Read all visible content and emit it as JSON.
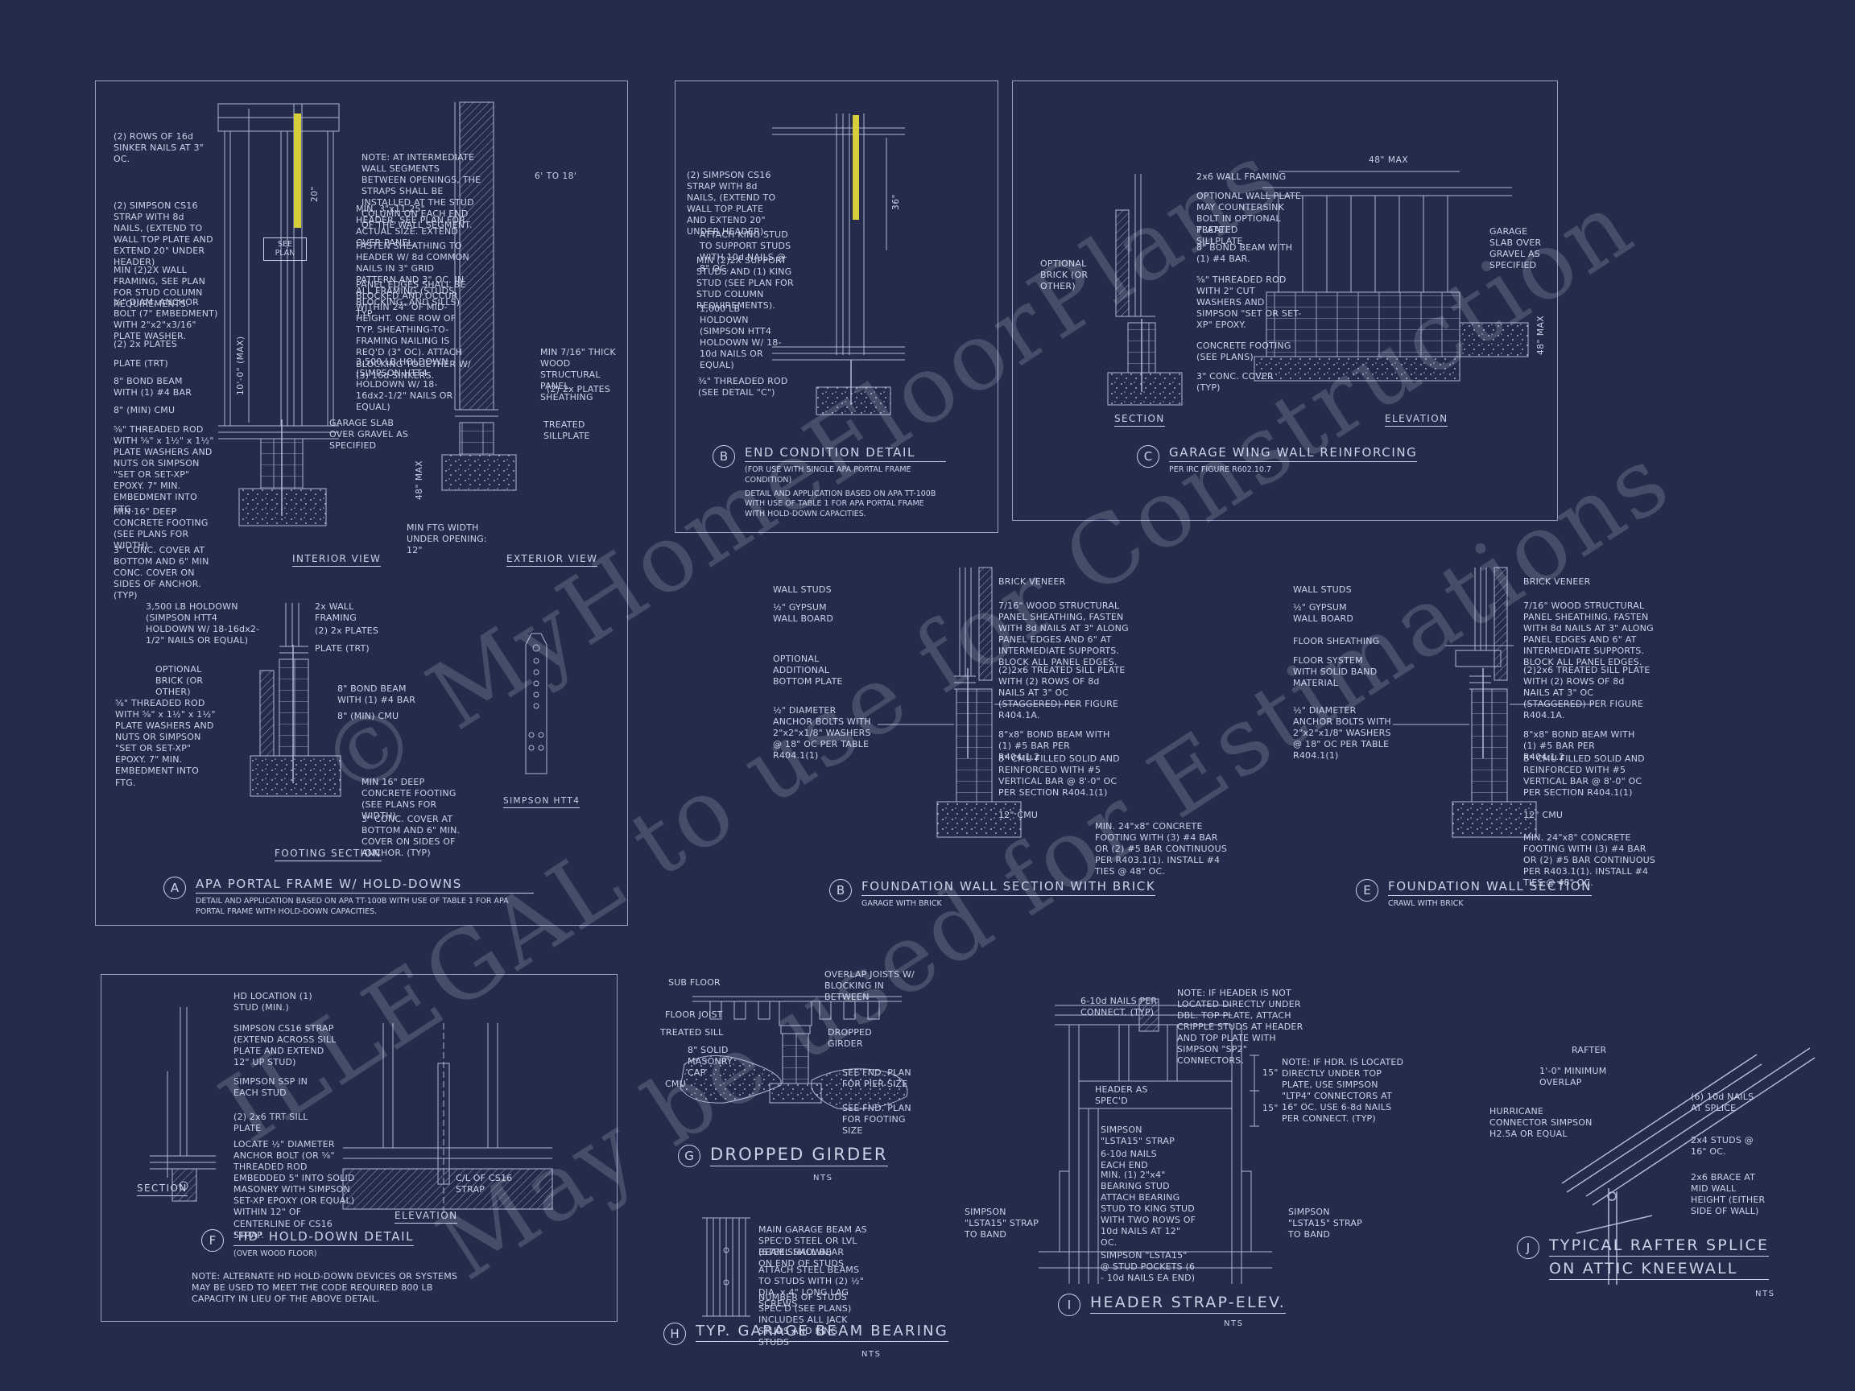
{
  "watermark": {
    "line1": "© MyHomeFloorPlans",
    "line2": "ILLEGAL to use for Construction",
    "line3": "May be used for Estimations"
  },
  "a": {
    "letter": "A",
    "title": "APA PORTAL FRAME W/ HOLD-DOWNS",
    "sub": "DETAIL AND APPLICATION BASED ON APA TT-100B WITH USE OF TABLE 1 FOR APA PORTAL FRAME WITH HOLD-DOWN CAPACITIES.",
    "interior_view": "INTERIOR VIEW",
    "exterior_view": "EXTERIOR VIEW",
    "footing_section": "FOOTING SECTION",
    "simpson_htt4": "SIMPSON HTT4",
    "see_plan": "SEE PLAN",
    "dim_20": "20\"",
    "dim_height": "10'-0\" (MAX)",
    "dim_48": "48\" MAX",
    "dim_span": "6' TO 18'",
    "ftg_width": "MIN FTG WIDTH UNDER OPENING: 12\"",
    "left": [
      "(2) ROWS OF 16d SINKER NAILS AT 3\" OC.",
      "(2) SIMPSON CS16 STRAP WITH 8d NAILS, (EXTEND TO WALL TOP PLATE AND EXTEND 20\" UNDER HEADER)",
      "MIN (2)2X WALL FRAMING, SEE PLAN FOR STUD COLUMN REQUIREMENTS.",
      "⅝\" DIAM. ANCHOR BOLT (7\" EMBEDMENT) WITH 2\"x2\"x3/16\" PLATE WASHER.",
      "(2) 2x PLATES",
      "PLATE (TRT)",
      "8\" BOND BEAM WITH (1) #4 BAR",
      "8\" (MIN) CMU",
      "⅝\" THREADED ROD WITH ⅝\" x 1½\" x 1½\" PLATE WASHERS AND NUTS OR SIMPSON \"SET OR SET-XP\" EPOXY. 7\" MIN. EMBEDMENT INTO FTG.",
      "MIN 16\" DEEP CONCRETE FOOTING (SEE PLANS FOR WIDTH)",
      "3\" CONC. COVER AT BOTTOM AND 6\" MIN CONC. COVER ON SIDES OF ANCHOR. (TYP)"
    ],
    "mid": [
      "NOTE: AT INTERMEDIATE WALL SEGMENTS BETWEEN OPENINGS, THE STRAPS SHALL BE INSTALLED AT THE STUD COLUMN ON EACH END OF THE WALL SEGMENT.",
      "MIN. 3\"x11.25\" HEADER, SEE PLAN FOR ACTUAL SIZE. EXTEND OVER PANEL.",
      "FASTEN SHEATHING TO HEADER W/ 8d COMMON NAILS IN 3\" GRID PATTERN AND 3\" OC. IN ALL FRAMING (STUDS, BLOCKING, AND SILLS) TYP.",
      "PANEL EDGES SHALL BE BLOCKED AND OCCUR WITHIN 24\" OF MID-HEIGHT. ONE ROW OF TYP. SHEATHING-TO-FRAMING NAILING IS REQ'D (3\" OC). ATTACH BLOCKING TOGETHER W/ (3) 16d SINKERS.",
      "3,500 LB HOLDOWN (SIMPSON HTT4 HOLDOWN W/ 18-16dx2-1/2\" NAILS OR EQUAL)",
      "GARAGE SLAB OVER GRAVEL AS SPECIFIED"
    ],
    "right": [
      "MIN 7/16\" THICK WOOD STRUCTURAL PANEL SHEATHING",
      "(2) 2x PLATES",
      "TREATED SILLPLATE"
    ],
    "foot": [
      "3,500 LB HOLDOWN (SIMPSON HTT4 HOLDOWN W/ 18-16dx2-1/2\" NAILS OR EQUAL)",
      "2x WALL FRAMING",
      "(2) 2x PLATES",
      "PLATE (TRT)",
      "OPTIONAL BRICK (OR OTHER)",
      "8\" BOND BEAM WITH (1) #4 BAR",
      "8\" (MIN) CMU",
      "⅝\" THREADED ROD WITH ⅝\" x 1½\" x 1½\" PLATE WASHERS AND NUTS OR SIMPSON \"SET OR SET-XP\" EPOXY. 7\" MIN. EMBEDMENT INTO FTG.",
      "MIN 16\" DEEP CONCRETE FOOTING (SEE PLANS FOR WIDTH)",
      "3\" CONC. COVER AT BOTTOM AND 6\" MIN. COVER ON SIDES OF ANCHOR. (TYP)"
    ]
  },
  "b": {
    "letter": "B",
    "title": "END CONDITION DETAIL",
    "sub1": "(FOR USE WITH SINGLE APA PORTAL FRAME CONDITION)",
    "sub2": "DETAIL AND APPLICATION BASED ON APA TT-100B WITH USE OF TABLE 1 FOR APA PORTAL FRAME WITH HOLD-DOWN CAPACITIES.",
    "dim_36": "36\"",
    "c": [
      "(2) SIMPSON CS16 STRAP WITH 8d NAILS, (EXTEND TO WALL TOP PLATE AND EXTEND 20\" UNDER HEADER)",
      "ATTACH KING STUD TO SUPPORT STUDS WITH 10d NAILS @ 8\" OC.",
      "MIN (2)2X SUPPORT STUDS AND (1) KING STUD (SEE PLAN FOR STUD COLUMN REQUIREMENTS).",
      "1,000 LB HOLDOWN (SIMPSON HTT4 HOLDOWN W/ 18-10d NAILS OR EQUAL)",
      "⅜\" THREADED ROD (SEE DETAIL \"C\")"
    ]
  },
  "c": {
    "letter": "C",
    "title": "GARAGE WING WALL REINFORCING",
    "sub": "PER IRC FIGURE R602.10.7",
    "section": "SECTION",
    "elevation": "ELEVATION",
    "dim_top": "48\" MAX",
    "dim_right": "48\" MAX",
    "c": [
      "2x6 WALL FRAMING",
      "OPTIONAL WALL PLATE. MAY COUNTERSINK BOLT IN OPTIONAL PLATE.",
      "TREATED SILLPLATE",
      "8\" BOND BEAM WITH (1) #4 BAR.",
      "⅝\" THREADED ROD WITH 2\" CUT WASHERS AND SIMPSON \"SET OR SET-XP\" EPOXY.",
      "CONCRETE FOOTING (SEE PLANS)",
      "3\" CONC. COVER (TYP)",
      "OPTIONAL BRICK (OR OTHER)",
      "GARAGE SLAB OVER GRAVEL AS SPECIFIED"
    ]
  },
  "fwb": {
    "letter": "B",
    "title": "FOUNDATION WALL SECTION WITH BRICK",
    "sub": "GARAGE WITH BRICK",
    "c": [
      "WALL STUDS",
      "½\" GYPSUM WALL BOARD",
      "BRICK VENEER",
      "7/16\" WOOD STRUCTURAL PANEL SHEATHING, FASTEN WITH 8d NAILS AT 3\" ALONG PANEL EDGES AND 6\" AT INTERMEDIATE SUPPORTS. BLOCK ALL PANEL EDGES.",
      "OPTIONAL ADDITIONAL BOTTOM PLATE",
      "(2)2x6 TREATED SILL PLATE WITH (2) ROWS OF 8d NAILS AT 3\" OC (STAGGERED) PER FIGURE R404.1A.",
      "½\" DIAMETER ANCHOR BOLTS WITH 2\"x2\"x1/8\" WASHERS @ 18\" OC PER TABLE R404.1(1)",
      "8\"x8\" BOND BEAM WITH (1) #5 BAR PER R404.1.2",
      "8\" CMU FILLED SOLID AND REINFORCED WITH #5 VERTICAL BAR @ 8'-0\" OC PER SECTION R404.1(1)",
      "12\" CMU",
      "MIN. 24\"x8\" CONCRETE FOOTING WITH (3) #4 BAR OR (2) #5 BAR CONTINUOUS PER R403.1(1). INSTALL #4 TIES @ 48\" OC."
    ]
  },
  "e": {
    "letter": "E",
    "title": "FOUNDATION WALL SECTION",
    "sub": "CRAWL WITH BRICK",
    "c": [
      "WALL STUDS",
      "½\" GYPSUM WALL BOARD",
      "BRICK VENEER",
      "7/16\" WOOD STRUCTURAL PANEL SHEATHING, FASTEN WITH 8d NAILS AT 3\" ALONG PANEL EDGES AND 6\" AT INTERMEDIATE SUPPORTS. BLOCK ALL PANEL EDGES.",
      "FLOOR SHEATHING",
      "FLOOR SYSTEM WITH SOLID BAND MATERIAL",
      "(2)2x6 TREATED SILL PLATE WITH (2) ROWS OF 8d NAILS AT 3\" OC (STAGGERED) PER FIGURE R404.1A.",
      "½\" DIAMETER ANCHOR BOLTS WITH 2\"x2\"x1/8\" WASHERS @ 18\" OC PER TABLE R404.1(1)",
      "8\"x8\" BOND BEAM WITH (1) #5 BAR PER R404.1.2",
      "8\" CMU FILLED SOLID AND REINFORCED WITH #5 VERTICAL BAR @ 8'-0\" OC PER SECTION R404.1(1)",
      "12\" CMU",
      "MIN. 24\"x8\" CONCRETE FOOTING WITH (3) #4 BAR OR (2) #5 BAR CONTINUOUS PER R403.1(1). INSTALL #4 TIES @ 48\" OC."
    ]
  },
  "f": {
    "letter": "F",
    "title": "'HD' HOLD-DOWN DETAIL",
    "sub": "(OVER WOOD FLOOR)",
    "section": "SECTION",
    "elevation": "ELEVATION",
    "cl": "C/L OF CS16 STRAP",
    "note": "NOTE: ALTERNATE HD HOLD-DOWN DEVICES OR SYSTEMS MAY BE USED TO MEET THE CODE REQUIRED 800 LB CAPACITY IN LIEU OF THE ABOVE DETAIL.",
    "c": [
      "HD LOCATION (1) STUD (MIN.)",
      "SIMPSON CS16 STRAP (EXTEND ACROSS SILL PLATE AND EXTEND 12\" UP STUD)",
      "SIMPSON SSP IN EACH STUD",
      "(2) 2x6 TRT SILL PLATE",
      "LOCATE ½\" DIAMETER ANCHOR BOLT (OR ⅝\" THREADED ROD EMBEDDED 5\" INTO SOLID MASONRY WITH SIMPSON SET-XP EPOXY (OR EQUAL) WITHIN 12\" OF CENTERLINE OF CS16 STRAP."
    ]
  },
  "g": {
    "letter": "G",
    "title": "DROPPED GIRDER",
    "nts": "NTS",
    "c": [
      "SUB FLOOR",
      "OVERLAP JOISTS W/ BLOCKING IN BETWEEN",
      "FLOOR JOIST",
      "TREATED SILL",
      "DROPPED GIRDER",
      "8\" SOLID MASONRY CAP",
      "CMU",
      "SEE FND. PLAN FOR PIER SIZE",
      "SEE FND. PLAN FOR FOOTING SIZE"
    ]
  },
  "h": {
    "letter": "H",
    "title": "TYP. GARAGE BEAM BEARING",
    "nts": "NTS",
    "c": [
      "MAIN GARAGE BEAM AS SPEC'D STEEL OR LVL (STEEL SHOWN)",
      "BEAM SHALL BEAR ON END OF STUDS",
      "ATTACH STEEL BEAMS TO STUDS WITH (2) ½\" DIA. x 4\" LONG LAG SCREWS",
      "NUMBER OF STUDS SPEC'D (SEE PLANS) INCLUDES ALL JACK STUDS AND KING STUDS"
    ]
  },
  "i": {
    "letter": "I",
    "title": "HEADER STRAP-ELEV.",
    "nts": "NTS",
    "dim_a": "15\"",
    "dim_b": "15\"",
    "c": [
      "6-10d NAILS PER CONNECT. (TYP)",
      "NOTE: IF HEADER IS NOT LOCATED DIRECTLY UNDER DBL. TOP PLATE, ATTACH CRIPPLE STUDS AT HEADER AND TOP PLATE WITH SIMPSON \"SP2\" CONNECTORS.",
      "NOTE: IF HDR. IS LOCATED DIRECTLY UNDER TOP PLATE, USE SIMPSON \"LTP4\" CONNECTORS AT 16\" OC. USE 6-8d NAILS PER CONNECT. (TYP)",
      "HEADER AS SPEC'D",
      "SIMPSON \"LSTA15\" STRAP",
      "6-10d NAILS EACH END",
      "MIN. (1) 2\"x4\" BEARING STUD",
      "SIMPSON \"LSTA15\" STRAP TO BAND",
      "ATTACH BEARING STUD TO KING STUD WITH TWO ROWS OF 10d NAILS AT 12\" OC.",
      "SIMPSON \"LSTA15\" @ STUD POCKETS (6 - 10d NAILS EA END)",
      "SIMPSON \"LSTA15\" STRAP TO BAND"
    ]
  },
  "j": {
    "letter": "J",
    "title1": "TYPICAL RAFTER SPLICE",
    "title2": "ON ATTIC KNEEWALL",
    "nts": "NTS",
    "c": [
      "RAFTER",
      "1'-0\" MINIMUM OVERLAP",
      "HURRICANE CONNECTOR SIMPSON H2.5A OR EQUAL",
      "(6) 10d NAILS AT SPLICE",
      "2x4 STUDS @ 16\" OC.",
      "2x6 BRACE AT MID WALL HEIGHT (EITHER SIDE OF WALL)"
    ]
  }
}
